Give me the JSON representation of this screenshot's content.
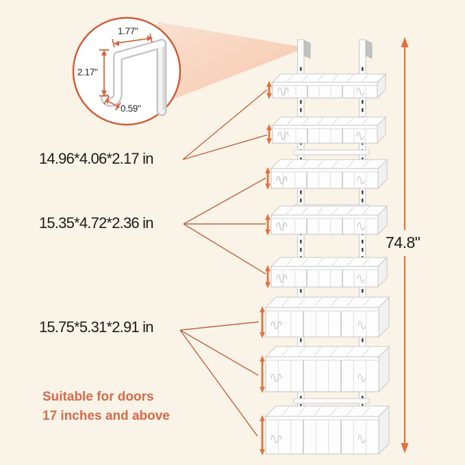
{
  "colors": {
    "background": "#FAF3E7",
    "accent_orange": "#E4703C",
    "leader_line": "#BE6440",
    "inset_arrow": "#D4643C",
    "circle_border": "#CE5B35",
    "cone_light": "#FAE0D0",
    "cone_deep": "#F6C8AE",
    "text_dark": "#1B1B1B",
    "note_orange": "#D8694A",
    "rack_outline": "#C7C7C7",
    "rack_fill": "#FDFDFD",
    "rack_side": "#F1F1F1",
    "wire": "#DEDEDE",
    "slot_dark": "#3C3C3C",
    "flap_gray": "#C2C2C2"
  },
  "inset": {
    "width": "1.77\"",
    "height": "2.17\"",
    "thickness": "0.59\""
  },
  "size_labels": [
    {
      "text": "14.96*4.06*2.17 in",
      "tiers": "top two baskets"
    },
    {
      "text": "15.35*4.72*2.36 in",
      "tiers": "middle three baskets"
    },
    {
      "text": "15.75*5.31*2.91 in",
      "tiers": "bottom three baskets"
    }
  ],
  "total_height": "74.8\"",
  "door_note": {
    "line1": "Suitable for doors",
    "line2": "17 inches and above"
  },
  "rack": {
    "tiers": 8
  }
}
